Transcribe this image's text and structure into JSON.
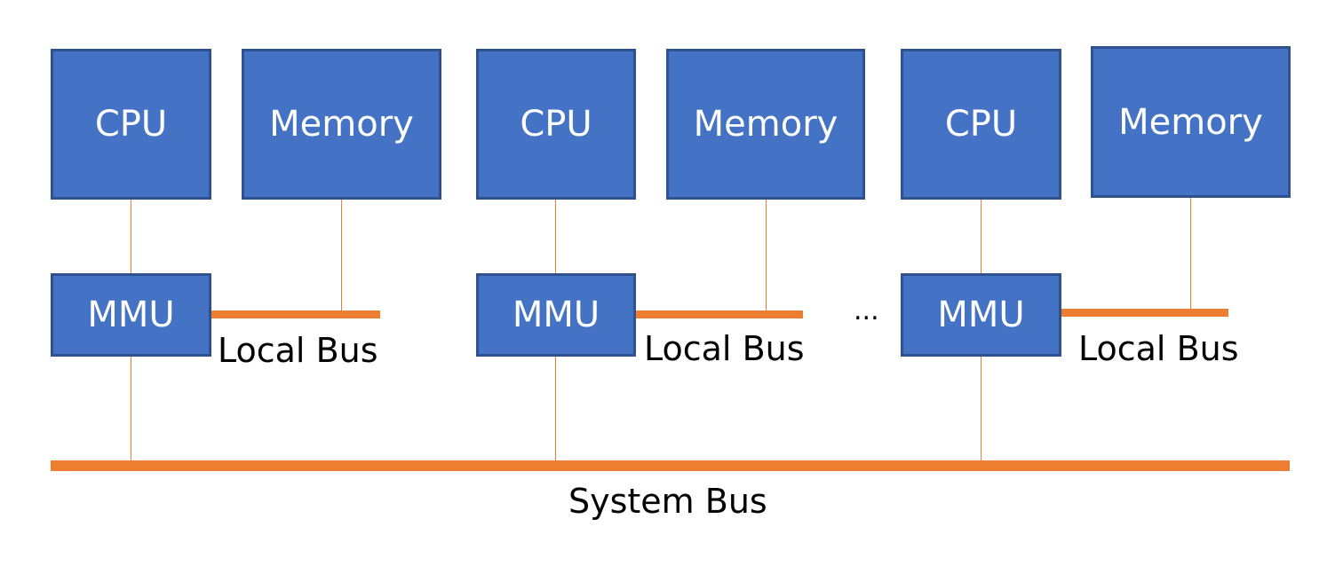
{
  "nodes": [
    {
      "cpu": "CPU",
      "memory": "Memory",
      "mmu": "MMU",
      "local_bus": "Local Bus"
    },
    {
      "cpu": "CPU",
      "memory": "Memory",
      "mmu": "MMU",
      "local_bus": "Local Bus"
    },
    {
      "cpu": "CPU",
      "memory": "Memory",
      "mmu": "MMU",
      "local_bus": "Local Bus"
    }
  ],
  "ellipsis": "...",
  "system_bus": "System Bus",
  "colors": {
    "box_fill": "#4472c4",
    "box_border": "#2f528f",
    "bus": "#ed7d31",
    "box_text": "#ffffff",
    "label_text": "#000000"
  }
}
